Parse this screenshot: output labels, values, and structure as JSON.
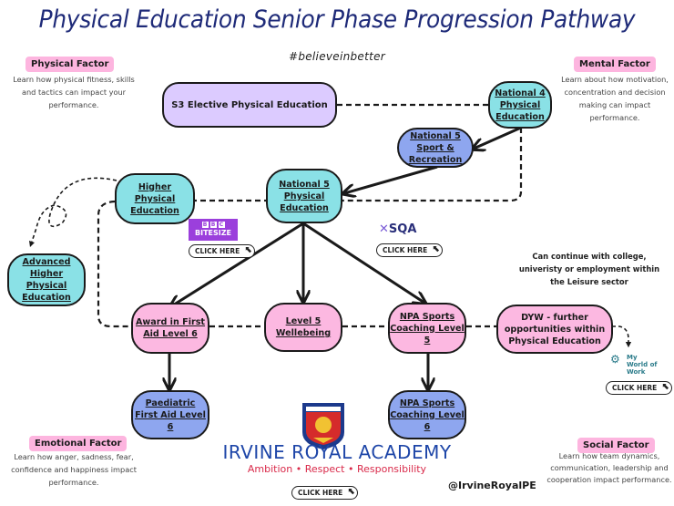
{
  "header": {
    "title": "Physical Education Senior Phase Progression Pathway",
    "hashtag": "#believeinbetter"
  },
  "factors": {
    "physical": {
      "label": "Physical Factor",
      "text": "Learn how physical fitness, skills and tactics can impact your performance."
    },
    "mental": {
      "label": "Mental Factor",
      "text": "Learn about how motivation, concentration and decision making can impact performance."
    },
    "emotional": {
      "label": "Emotional Factor",
      "text": "Learn how anger, sadness, fear, confidence and happiness impact performance."
    },
    "social": {
      "label": "Social Factor",
      "text": "Learn how team dynamics, communication, leadership and cooperation impact performance."
    }
  },
  "nodes": {
    "s3": "S3 Elective Physical Education",
    "nat4": "National 4 Physical Education",
    "nat5_sport": "National 5 Sport & Recreation",
    "nat5_pe": "National 5 Physical Education",
    "higher": "Higher Physical Education",
    "adv_higher": "Advanced Higher Physical Education",
    "first_aid": "Award in First Aid Level 6",
    "wellbeing": "Level 5 Wellebeing",
    "npa5": "NPA Sports Coaching Level 5",
    "dyw": "DYW - further opportunities within Physical Education",
    "paed": "Paediatric First Aid Level 6",
    "npa6": "NPA Sports Coaching Level 6"
  },
  "links": {
    "click_here": "CLICK HERE",
    "bbc_top": "BBC",
    "bbc_bottom": "BITESIZE",
    "sqa": "SQA",
    "mww_line1": "My",
    "mww_line2": "World of",
    "mww_line3": "Work"
  },
  "continue_text": "Can continue with college, univeristy or employment within the Leisure sector",
  "school": {
    "name": "IRVINE ROYAL ACADEMY",
    "motto": "Ambition • Respect • Responsibility",
    "handle": "@IrvineRoyalPE"
  },
  "colors": {
    "title": "#1e2a78",
    "cyan_node": "#8ae1e6",
    "blue_node": "#8ea6ef",
    "pink_node": "#fcb8e1",
    "lilac_node": "#dccbff",
    "factor_badge": "#fdb5df",
    "bbc": "#9b3fdc"
  }
}
